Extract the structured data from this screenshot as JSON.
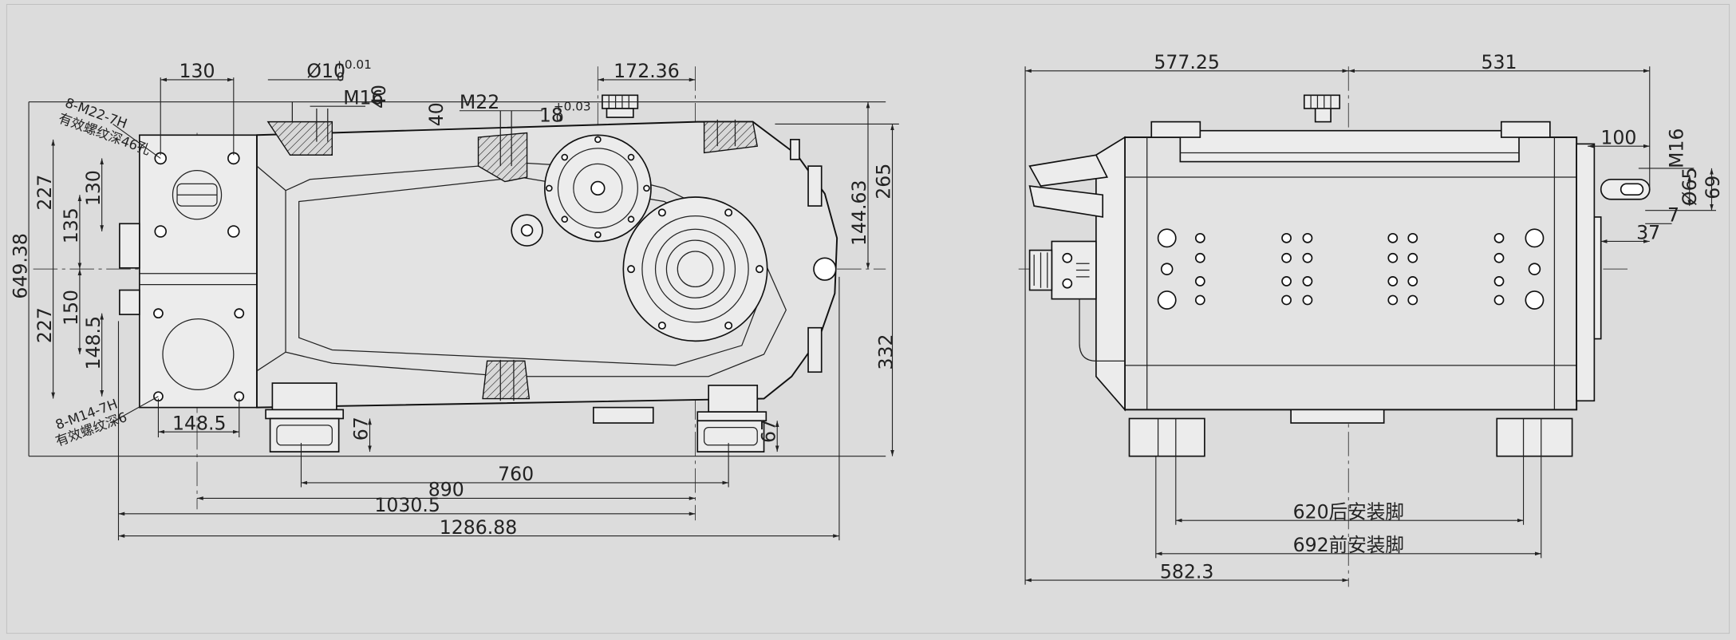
{
  "left_view": {
    "dims": {
      "d130_top": "130",
      "d10": "Ø10",
      "d10_tol_upper": "+0.01",
      "d10_tol_lower": "0",
      "m16": "M16",
      "d40_a": "40",
      "m22": "M22",
      "d40_b": "40",
      "d18": "18",
      "d18_tol_upper": "+0.03",
      "d18_tol_lower": "0",
      "d172": "172.36",
      "d227_top": "227",
      "d130_left": "130",
      "d135": "135",
      "d649": "649.38",
      "d150": "150",
      "d227_bottom": "227",
      "d148_left": "148.5",
      "d148_bottom": "148.5",
      "d265": "265",
      "d144": "144.63",
      "d332": "332",
      "d67_a": "67",
      "d67_b": "67",
      "d760": "760",
      "d890": "890",
      "d1030": "1030.5",
      "d1286": "1286.88"
    },
    "notes": {
      "top_holes_1": "8-M22-7H",
      "top_holes_2": "有效螺纹深46孔",
      "bottom_holes_1": "8-M14-7H",
      "bottom_holes_2": "有效螺纹深6"
    }
  },
  "right_view": {
    "dims": {
      "d577": "577.25",
      "d531": "531",
      "d100": "100",
      "m16": "M16",
      "d65": "Ø65",
      "d69": "69",
      "d7": "7",
      "d37": "37",
      "d620": "620后安装脚",
      "d692": "692前安装脚",
      "d582": "582.3"
    }
  }
}
